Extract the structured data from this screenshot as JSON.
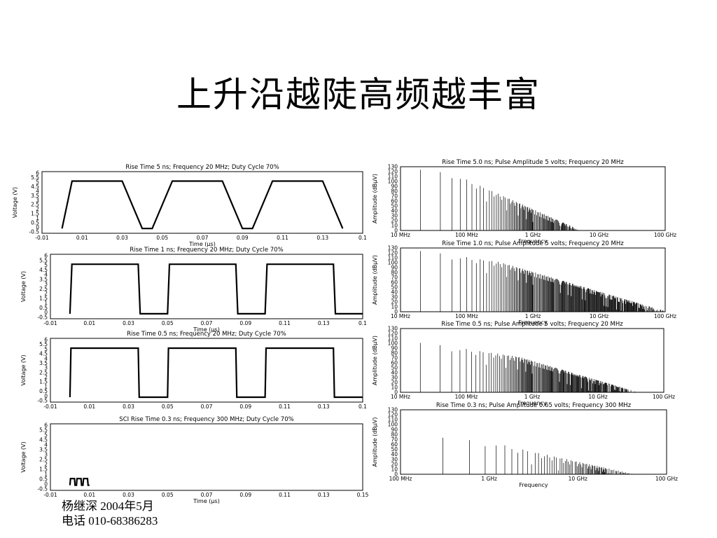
{
  "slide": {
    "title": "上升沿越陡高频越丰富",
    "footer_line1": "杨继深  2004年5月",
    "footer_line2": "电话 010-68386283"
  },
  "colors": {
    "trace": "#000000",
    "background": "#ffffff"
  },
  "chart_data": [
    {
      "type": "line",
      "title": "Rise Time 5 ns; Frequency 20 MHz; Duty Cycle 70%",
      "xlabel": "Time (μs)",
      "ylabel": "Voltage (V)",
      "x_ticks": [
        "-0.01",
        "0.01",
        "0.03",
        "0.05",
        "0.07",
        "0.09",
        "0.11",
        "0.13",
        "0.1"
      ],
      "y_ticks": [
        "6",
        "5.5",
        "5",
        "4.5",
        "4",
        "3.5",
        "3",
        "2.5",
        "2",
        "1.5",
        "1",
        "0.5",
        "0",
        "-0.5"
      ],
      "xlim": [
        -0.01,
        0.15
      ],
      "ylim": [
        -0.5,
        6
      ],
      "x": [
        0.0,
        0.005,
        0.03,
        0.035,
        0.04,
        0.045,
        0.055,
        0.06,
        0.08,
        0.085,
        0.09,
        0.095,
        0.105,
        0.11,
        0.13,
        0.135,
        0.14
      ],
      "y": [
        0,
        5,
        5,
        2.5,
        0,
        0,
        5,
        5,
        5,
        2.5,
        0,
        0,
        5,
        5,
        5,
        2.5,
        0
      ]
    },
    {
      "type": "line",
      "title": "Rise Time 1 ns; Frequency 20 MHz; Duty Cycle 70%",
      "xlabel": "Time (μs)",
      "ylabel": "Voltage (V)",
      "x_ticks": [
        "-0.01",
        "0.01",
        "0.03",
        "0.05",
        "0.07",
        "0.09",
        "0.11",
        "0.13",
        "0.1"
      ],
      "y_ticks": [
        "6",
        "5.5",
        "5",
        "4.5",
        "4",
        "3.5",
        "3",
        "2.5",
        "2",
        "1.5",
        "1",
        "0.5",
        "0",
        "-0.5"
      ],
      "xlim": [
        -0.01,
        0.15
      ],
      "ylim": [
        -0.5,
        6
      ],
      "x": [
        0.0,
        0.001,
        0.035,
        0.036,
        0.05,
        0.051,
        0.085,
        0.086,
        0.1,
        0.101,
        0.135,
        0.136,
        0.15
      ],
      "y": [
        0,
        5,
        5,
        0,
        0,
        5,
        5,
        0,
        0,
        5,
        5,
        0,
        0
      ]
    },
    {
      "type": "line",
      "title": "Rise Time 0.5 ns; Frequency 20 MHz; Duty Cycle 70%",
      "xlabel": "",
      "ylabel": "Voltage (V)",
      "x_ticks": [
        "-0.01",
        "0.01",
        "0.03",
        "0.05",
        "0.07",
        "0.09",
        "0.11",
        "0.13",
        "0.1"
      ],
      "y_ticks": [
        "6",
        "5.5",
        "5",
        "4.5",
        "4",
        "3.5",
        "3",
        "2.5",
        "2",
        "1.5",
        "1",
        "0.5",
        "0",
        "-0.5"
      ],
      "xlim": [
        -0.01,
        0.15
      ],
      "ylim": [
        -0.5,
        6
      ],
      "x": [
        0.0,
        0.0005,
        0.035,
        0.0355,
        0.05,
        0.0505,
        0.085,
        0.0855,
        0.1,
        0.1005,
        0.135,
        0.1355,
        0.15
      ],
      "y": [
        0,
        5,
        5,
        0,
        0,
        5,
        5,
        0,
        0,
        5,
        5,
        0,
        0
      ]
    },
    {
      "type": "line",
      "title": "SCI Rise Time 0.3 ns; Frequency 300 MHz; Duty Cycle 70%",
      "xlabel": "Time (μs)",
      "ylabel": "Voltage (V)",
      "x_ticks": [
        "-0.01",
        "0.01",
        "0.03",
        "0.05",
        "0.07",
        "0.09",
        "0.11",
        "0.13",
        "0.15"
      ],
      "y_ticks": [
        "6",
        "5.5",
        "5",
        "4.5",
        "4",
        "3.5",
        "3",
        "2.5",
        "2",
        "1.5",
        "1",
        "0.5",
        "0",
        "-0.5"
      ],
      "xlim": [
        -0.01,
        0.15
      ],
      "ylim": [
        -0.5,
        6
      ],
      "x": [
        0.0,
        0.0003,
        0.00233,
        0.00263,
        0.00333,
        0.00363,
        0.00566,
        0.00596,
        0.00666,
        0.00696,
        0.009,
        0.0093,
        0.01
      ],
      "y": [
        0,
        0.65,
        0.65,
        0,
        0,
        0.65,
        0.65,
        0,
        0,
        0.65,
        0.65,
        0,
        0
      ]
    },
    {
      "type": "bar",
      "title": "Rise Time 5.0 ns; Pulse Amplitude 5 volts; Frequency 20 MHz",
      "xlabel": "Frequency",
      "ylabel": "Amplitude (dBμV)",
      "x_ticks": [
        "10 MHz",
        "100 MHz",
        "1 GHz",
        "10 GHz",
        "100 GHz"
      ],
      "y_ticks": [
        "0",
        "10",
        "20",
        "30",
        "40",
        "50",
        "60",
        "70",
        "80",
        "90",
        "100",
        "110",
        "120",
        "130"
      ],
      "xlim_log10": [
        7,
        11
      ],
      "ylim": [
        0,
        130
      ],
      "fundamental_hz": 20000000,
      "peak_dbuv": 125,
      "rolloff_db_per_decade": 40,
      "corner_hz": 64000000,
      "x_max_hz": 100000000000
    },
    {
      "type": "bar",
      "title": "Rise Time 1.0 ns; Pulse Amplitude 5 volts; Frequency 20 MHz",
      "xlabel": "Frequency",
      "ylabel": "Amplitude (dBμV)",
      "x_ticks": [
        "10 MHz",
        "100 MHz",
        "1 GHz",
        "10 GHz",
        "100 GHz"
      ],
      "y_ticks": [
        "0",
        "10",
        "20",
        "30",
        "40",
        "50",
        "60",
        "70",
        "80",
        "90",
        "100",
        "110",
        "120",
        "130"
      ],
      "xlim_log10": [
        7,
        11
      ],
      "ylim": [
        0,
        130
      ],
      "fundamental_hz": 20000000,
      "peak_dbuv": 125,
      "rolloff_db_per_decade": 20,
      "corner_hz": 318000000,
      "x_max_hz": 100000000000
    },
    {
      "type": "bar",
      "title": "Rise Time 0.5 ns; Pulse Amplitude 5 volts; Frequency 20 MHz",
      "xlabel": "Frequency",
      "ylabel": "Amplitude (dBμV)",
      "x_ticks": [
        "10 MHz",
        "100 MHz",
        "1 GHz",
        "10 GHz",
        "100 GHz"
      ],
      "y_ticks": [
        "0",
        "10",
        "20",
        "30",
        "40",
        "50",
        "60",
        "70",
        "80",
        "90",
        "100",
        "110",
        "120",
        "130"
      ],
      "xlim_log10": [
        7,
        11
      ],
      "ylim": [
        0,
        130
      ],
      "fundamental_hz": 20000000,
      "peak_dbuv": 102,
      "rolloff_db_per_decade": 20,
      "corner_hz": 636000000,
      "x_max_hz": 100000000000
    },
    {
      "type": "bar",
      "title": "Rise Time 0.3 ns; Pulse Amplitude 0.65 volts; Frequency 300 MHz",
      "xlabel": "Frequency",
      "ylabel": "Amplitude (dBμV)",
      "x_ticks": [
        "100 MHz",
        "1 GHz",
        "10 GHz",
        "100 GHz"
      ],
      "y_ticks": [
        "0",
        "10",
        "20",
        "30",
        "40",
        "50",
        "60",
        "70",
        "80",
        "90",
        "100",
        "110",
        "120",
        "130"
      ],
      "xlim_log10": [
        8,
        11
      ],
      "ylim": [
        0,
        130
      ],
      "fundamental_hz": 300000000,
      "peak_dbuv": 75,
      "rolloff_db_per_decade": 20,
      "corner_hz": 1060000000,
      "x_max_hz": 100000000000
    }
  ]
}
